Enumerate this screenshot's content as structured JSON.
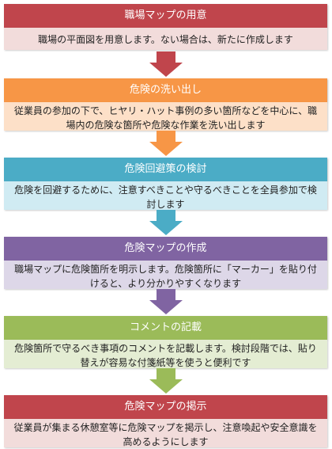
{
  "steps": [
    {
      "title": "職場マップの用意",
      "body": "職場の平面図を用意します。ない場合は、新たに作成します",
      "header_color": "#c0454c",
      "body_color": "#f2dcdb",
      "arrow_color": "#c0454c"
    },
    {
      "title": "危険の洗い出し",
      "body": "従業員の参加の下で、ヒヤリ・ハット事例の多い箇所などを中心に、職場内の危険な箇所や危険な作業を洗い出します",
      "header_color": "#f79646",
      "body_color": "#fde0c8",
      "arrow_color": "#f79646"
    },
    {
      "title": "危険回避策の検討",
      "body": "危険を回避するために、注意すべきことや守るべきことを全員参加で検討します",
      "header_color": "#4bacc6",
      "body_color": "#d0ebf3",
      "arrow_color": "#4bacc6"
    },
    {
      "title": "危険マップの作成",
      "body": "職場マップに危険箇所を明示します。危険箇所に「マーカー」を貼り付けると、より分かりやすくなります",
      "header_color": "#8064a2",
      "body_color": "#ddd7e8",
      "arrow_color": "#8064a2"
    },
    {
      "title": "コメントの記載",
      "body": "危険箇所で守るべき事項のコメントを記載します。検討段階では、貼り替えが容易な付箋紙等を使うと便利です",
      "header_color": "#9bbb59",
      "body_color": "#e4edd3",
      "arrow_color": "#9bbb59"
    },
    {
      "title": "危険マップの掲示",
      "body": "従業員が集まる休憩室等に危険マップを掲示し、注意喚起や安全意識を高めるようにします",
      "header_color": "#c0454c",
      "body_color": "#f2dcdb",
      "arrow_color": null
    }
  ]
}
